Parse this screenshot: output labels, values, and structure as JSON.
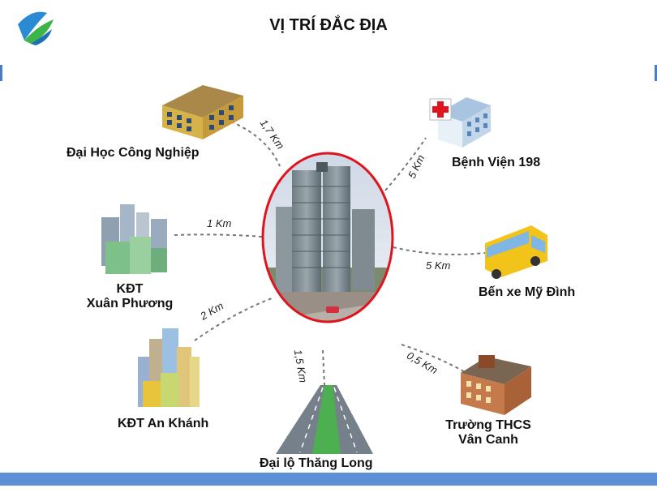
{
  "title": "VỊ TRÍ ĐẮC ĐỊA",
  "locations": [
    {
      "label": "Đại Học Công Nghiệp",
      "distance": "1,7 Km"
    },
    {
      "label": "Bệnh Viện 198",
      "distance": "5 Km"
    },
    {
      "label_line1": "KĐT",
      "label_line2": "Xuân Phương",
      "distance": "1 Km"
    },
    {
      "label": "Bến xe Mỹ Đình",
      "distance": "5 Km"
    },
    {
      "label": "KĐT An Khánh",
      "distance": "2 Km"
    },
    {
      "label": "Đại lộ Thăng Long",
      "distance": "1,5 Km"
    },
    {
      "label_line1": "Trường THCS",
      "label_line2": "Vân Canh",
      "distance": "0,5 Km"
    }
  ],
  "colors": {
    "ring": "#e0141e",
    "accent_bar": "#5b8fd6",
    "logo_blue": "#2a8ad4",
    "logo_green": "#3cb44a"
  }
}
